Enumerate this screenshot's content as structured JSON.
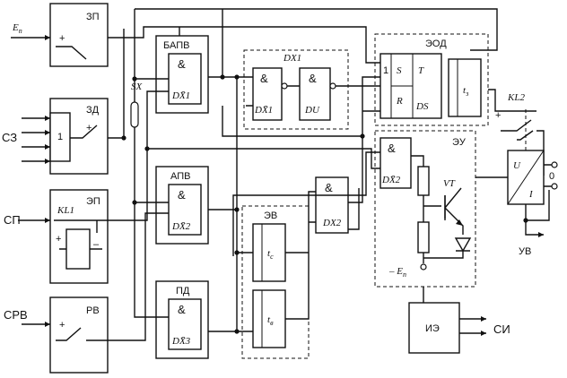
{
  "labels": {
    "en_in": "E",
    "en_sub": "п",
    "sz": "СЗ",
    "sp": "СП",
    "srv": "СРВ",
    "sx": "SX",
    "kl1": "KL1",
    "kl2": "KL2",
    "uv": "УВ",
    "si": "СИ",
    "vt": "VT",
    "en_neg": "– E",
    "en_neg_sub": "п"
  },
  "blocks": {
    "zp": "ЗП",
    "zd": "ЗД",
    "zd_one": "1",
    "ep": "ЭП",
    "rv": "РВ",
    "bapv": "БАПВ",
    "apv": "АПВ",
    "pd": "ПД",
    "dx1_group": "DX1",
    "eod": "ЭОД",
    "eu": "ЭУ",
    "ev": "ЭВ",
    "ie": "ИЭ"
  },
  "gates": {
    "and": "&",
    "bapv_in": "DX̄1",
    "apv_in": "DX̄2",
    "pd_in": "DX̄3",
    "dx1a_in": "DX̄1",
    "dx1b_in": "DU",
    "dx2": "DX2",
    "eu_in": "DX̄2"
  },
  "trigger": {
    "one": "1",
    "s": "S",
    "r": "R",
    "t": "T",
    "ds": "DS",
    "tz": "t",
    "tz_sub": "з"
  },
  "timers": {
    "tc": "t",
    "tc_sub": "с",
    "tv": "t",
    "tv_sub": "в"
  },
  "converter": {
    "u": "U",
    "i": "I",
    "zero": "0"
  }
}
